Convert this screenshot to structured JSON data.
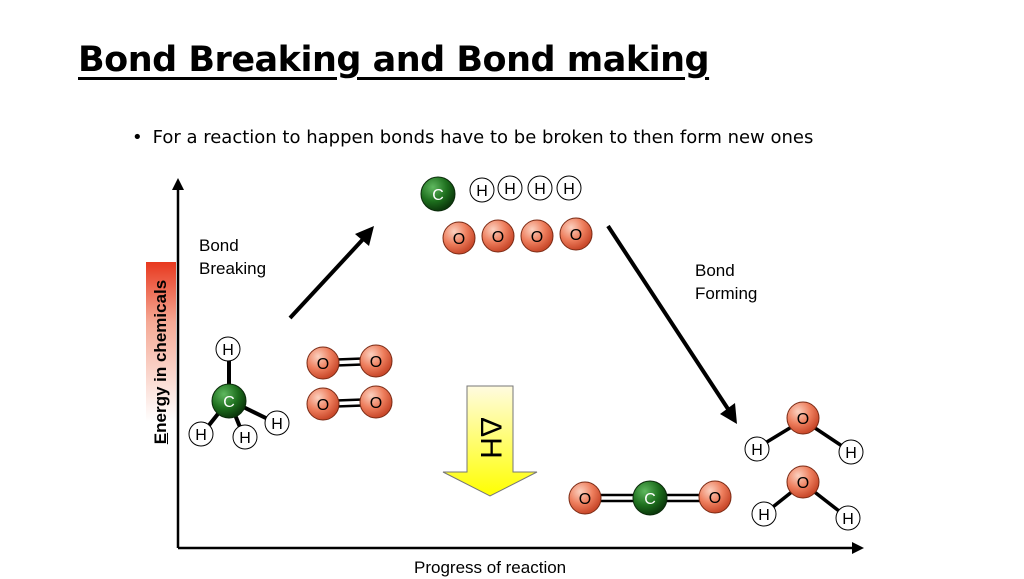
{
  "title": "Bond Breaking and Bond making",
  "bullet": "For a reaction to happen bonds have to be broken to then form new ones",
  "labels": {
    "bond_breaking": [
      "Bond",
      "Breaking"
    ],
    "bond_forming": [
      "Bond",
      "Forming"
    ],
    "y_axis": "Energy in chemicals",
    "x_axis": "Progress of reaction",
    "delta_h": "ΔH"
  },
  "atoms": {
    "H": "H",
    "C": "C",
    "O": "O"
  },
  "colors": {
    "oxygen": "#e8704e",
    "carbon": "#1d6e1d",
    "hydrogen": "#ffffff",
    "arrow_fill_top": "#fff9a8",
    "arrow_fill_bottom": "#ffff00"
  }
}
